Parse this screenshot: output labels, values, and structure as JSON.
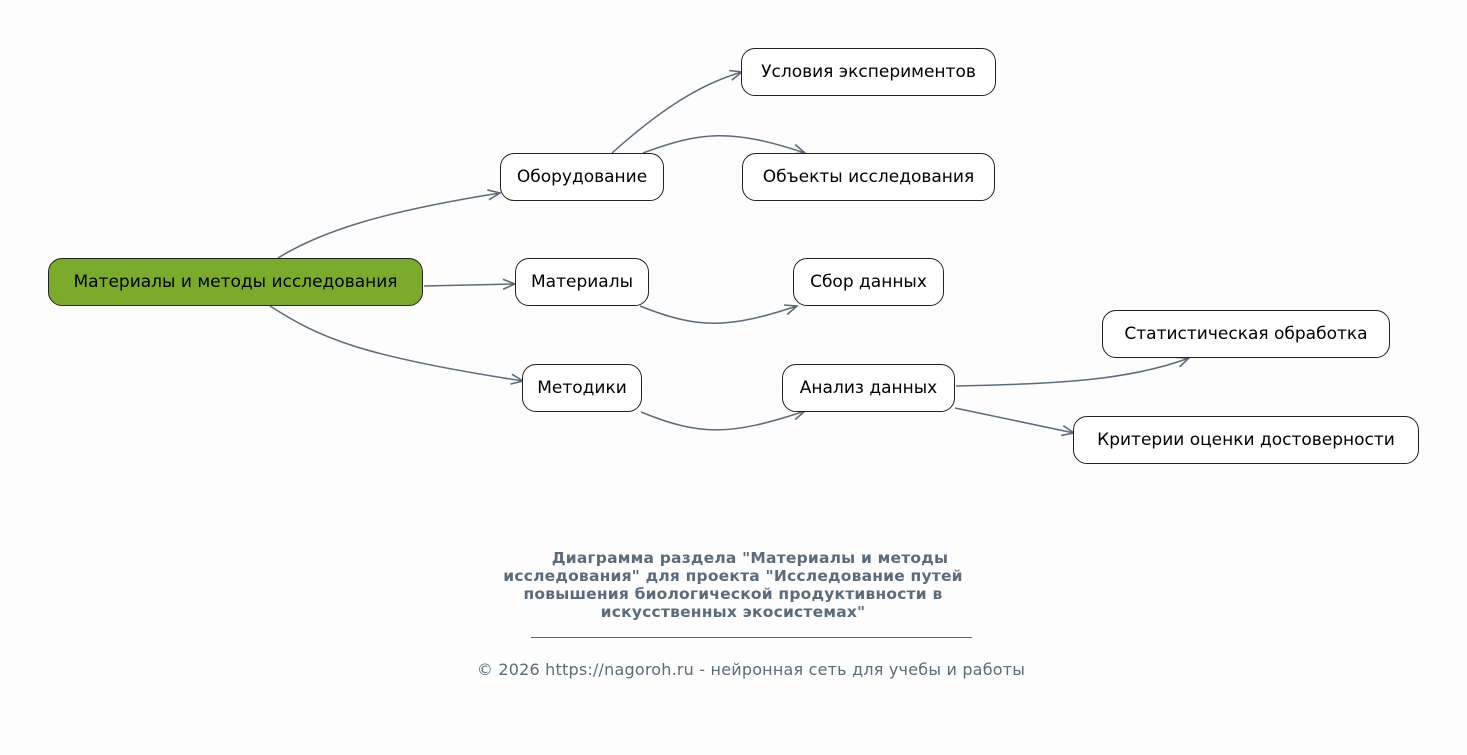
{
  "diagram": {
    "nodes": {
      "root": "Материалы и методы исследования",
      "equipment": "Оборудование",
      "materials": "Материалы",
      "methods": "Методики",
      "conditions": "Условия экспериментов",
      "objects": "Объекты исследования",
      "collection": "Сбор данных",
      "analysis": "Анализ данных",
      "statistics": "Статистическая обработка",
      "criteria": "Критерии оценки достоверности"
    },
    "edges": [
      [
        "root",
        "equipment"
      ],
      [
        "root",
        "materials"
      ],
      [
        "root",
        "methods"
      ],
      [
        "equipment",
        "conditions"
      ],
      [
        "equipment",
        "objects"
      ],
      [
        "materials",
        "collection"
      ],
      [
        "methods",
        "analysis"
      ],
      [
        "analysis",
        "statistics"
      ],
      [
        "analysis",
        "criteria"
      ]
    ]
  },
  "caption": {
    "lines": [
      "Диаграмма раздела \"Материалы и методы",
      "исследования\" для проекта \"Исследование путей",
      "повышения биологической продуктивности в",
      "искусственных экосистемах\""
    ]
  },
  "footer": {
    "text": "© 2026 https://nagoroh.ru - нейронная сеть для учебы и работы"
  },
  "colors": {
    "root_fill": "#7aab2b",
    "edge": "#5c6b7a",
    "text_muted": "#5c6b7a"
  }
}
